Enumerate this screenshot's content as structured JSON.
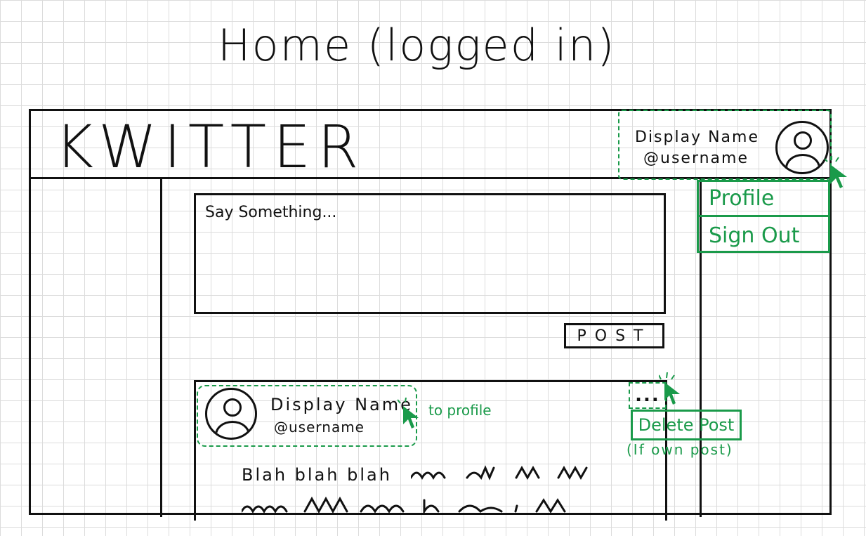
{
  "page_title": "Home (logged in)",
  "header": {
    "logo": "KWITTER",
    "user": {
      "display_name": "Display Name",
      "username": "@username"
    }
  },
  "user_menu": {
    "items": [
      {
        "label": "Profile"
      },
      {
        "label": "Sign Out"
      }
    ]
  },
  "compose": {
    "placeholder": "Say Something...",
    "post_label": "POST"
  },
  "post": {
    "display_name": "Display Name",
    "username": "@username",
    "annotation": "to profile",
    "text": "Blah blah blah",
    "more_label": "...",
    "delete_label": "Delete Post",
    "delete_note": "(If own post)"
  },
  "colors": {
    "ink": "#111111",
    "annotation": "#1a9a4a",
    "grid": "#dcdcdc"
  },
  "icons": [
    "avatar-icon",
    "cursor-icon",
    "more-icon"
  ]
}
